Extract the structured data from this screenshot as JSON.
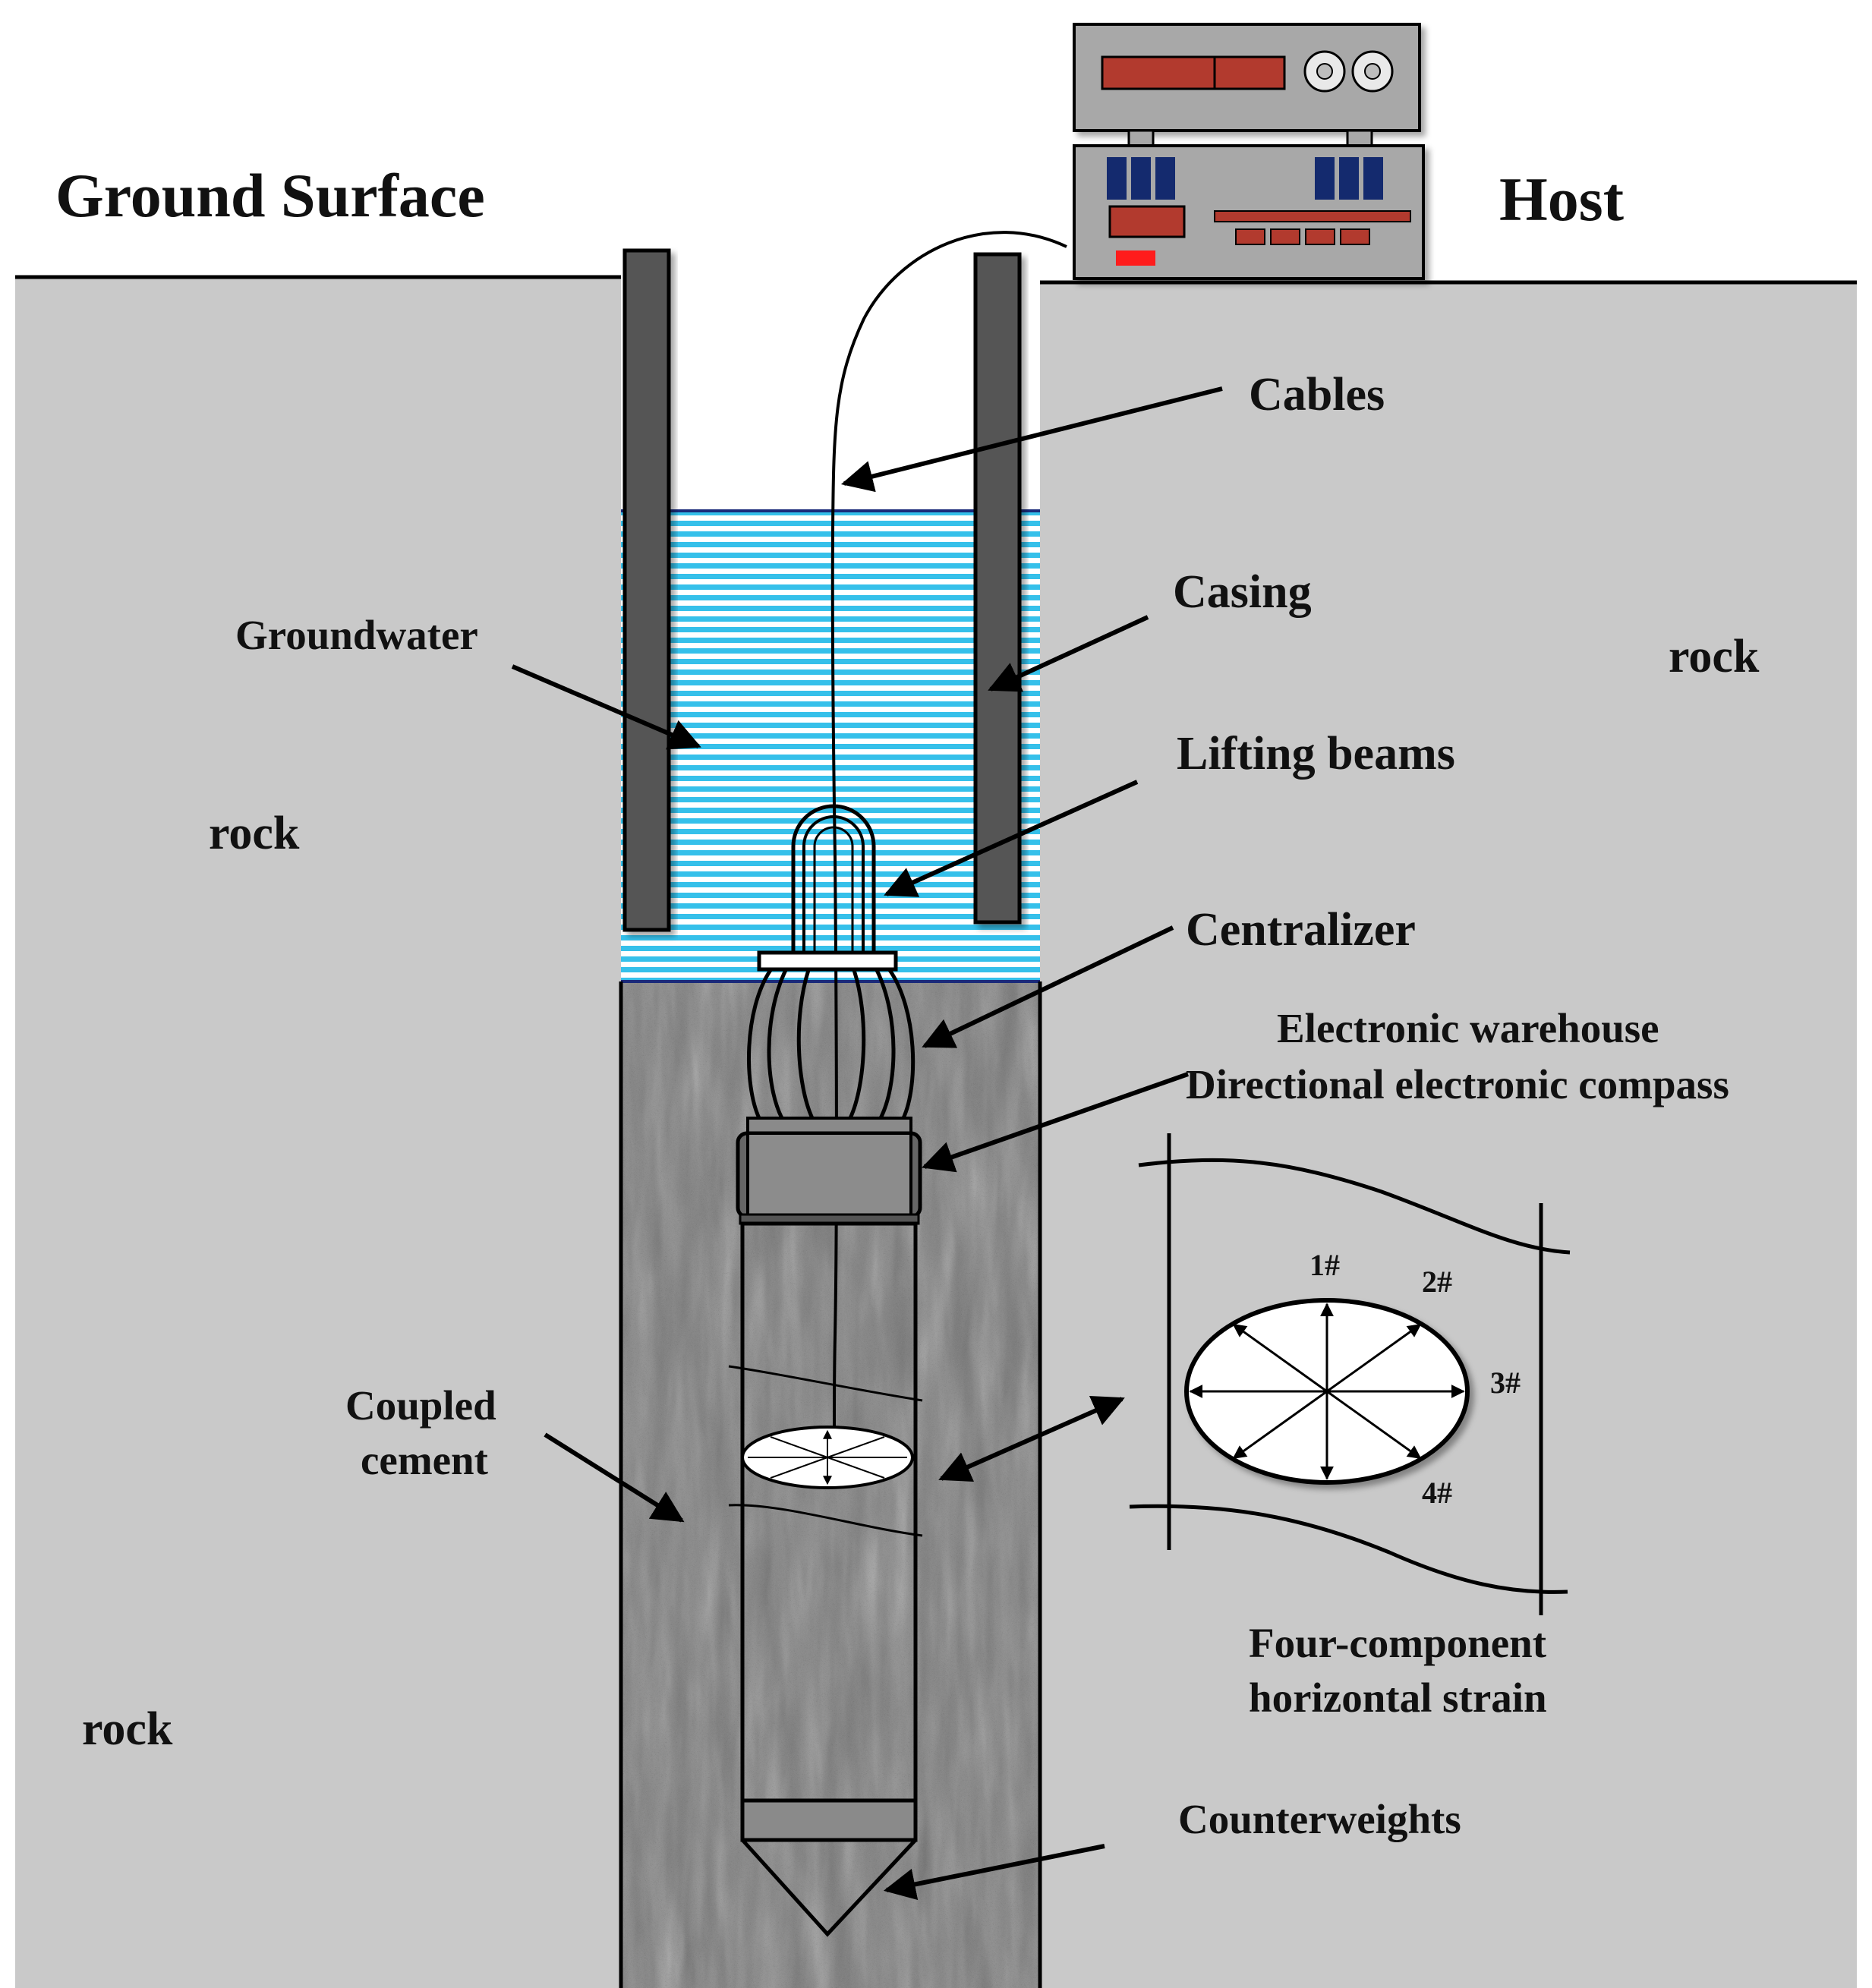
{
  "colors": {
    "rock": "#c9c9c9",
    "casing": "#555555",
    "water": "#35c0ea",
    "cement": "#7c7c7c",
    "instrument_body": "#a8a8a8",
    "instrument_panel": "#b23a2e",
    "instrument_keys": "#142a6e",
    "indicator": "#ff1c1c"
  },
  "labels": {
    "ground_surface": "Ground Surface",
    "host": "Host",
    "cables": "Cables",
    "casing": "Casing",
    "groundwater": "Groundwater",
    "lifting_beams": "Lifting beams",
    "centralizer": "Centralizer",
    "electronic_warehouse": "Electronic warehouse",
    "directional_compass": "Directional electronic compass",
    "coupled_line1": "Coupled",
    "coupled_line2": "cement",
    "four_component_line1": "Four-component",
    "four_component_line2": "horizontal strain",
    "counterweights": "Counterweights",
    "rock_right": "rock",
    "rock_left_upper": "rock",
    "rock_left_lower": "rock"
  },
  "strain_components": [
    "1#",
    "2#",
    "3#",
    "4#"
  ],
  "icons": {
    "host_instrument": "data-logger-icon",
    "probe": "borehole-strainmeter-icon",
    "knobs": "knob-icon"
  }
}
